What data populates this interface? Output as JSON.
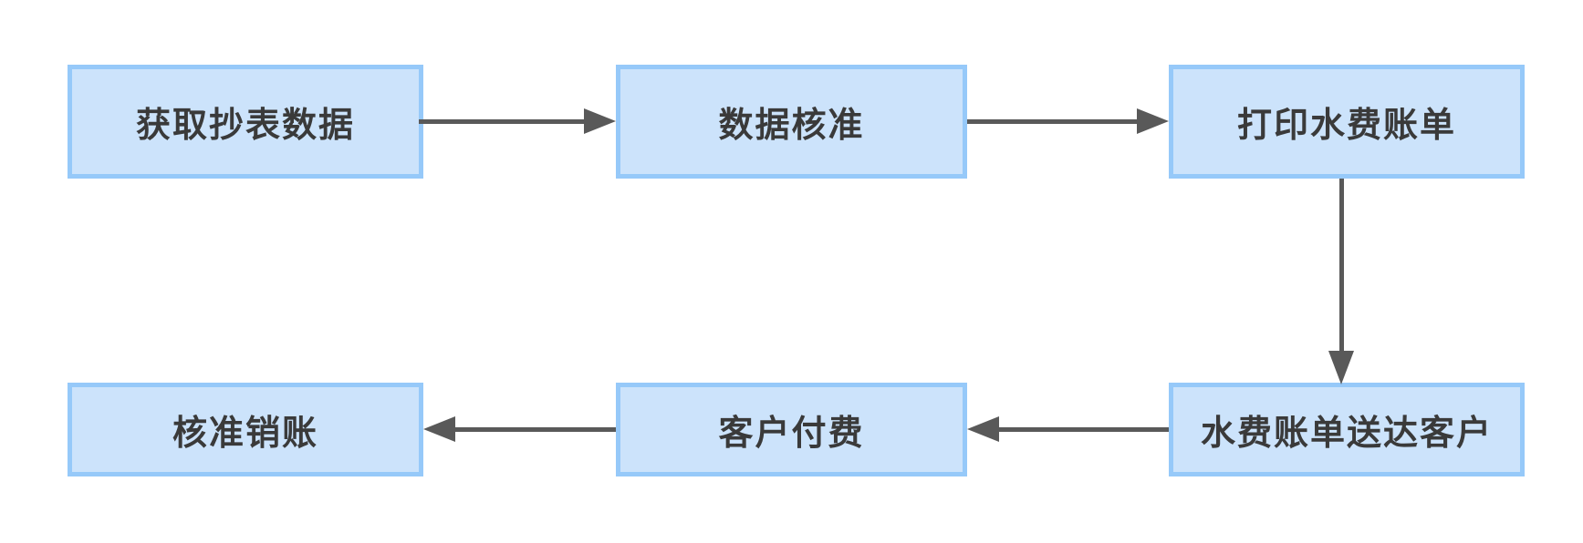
{
  "diagram": {
    "type": "flowchart",
    "colors": {
      "background": "#ffffff",
      "node_fill": "#cce3fb",
      "node_border": "#96c9f9",
      "arrow": "#595959",
      "text": "#3a3a3a"
    },
    "nodes": [
      {
        "id": "get-meter-reading-data",
        "label": "获取抄表数据"
      },
      {
        "id": "data-verification",
        "label": "数据核准"
      },
      {
        "id": "print-water-bill",
        "label": "打印水费账单"
      },
      {
        "id": "bill-delivered-to-customer",
        "label": "水费账单送达客户"
      },
      {
        "id": "customer-payment",
        "label": "客户付费"
      },
      {
        "id": "verify-and-write-off",
        "label": "核准销账"
      }
    ],
    "edges": [
      {
        "from": "获取抄表数据",
        "to": "数据核准",
        "direction": "right"
      },
      {
        "from": "数据核准",
        "to": "打印水费账单",
        "direction": "right"
      },
      {
        "from": "打印水费账单",
        "to": "水费账单送达客户",
        "direction": "down"
      },
      {
        "from": "水费账单送达客户",
        "to": "客户付费",
        "direction": "left"
      },
      {
        "from": "客户付费",
        "to": "核准销账",
        "direction": "left"
      }
    ]
  }
}
